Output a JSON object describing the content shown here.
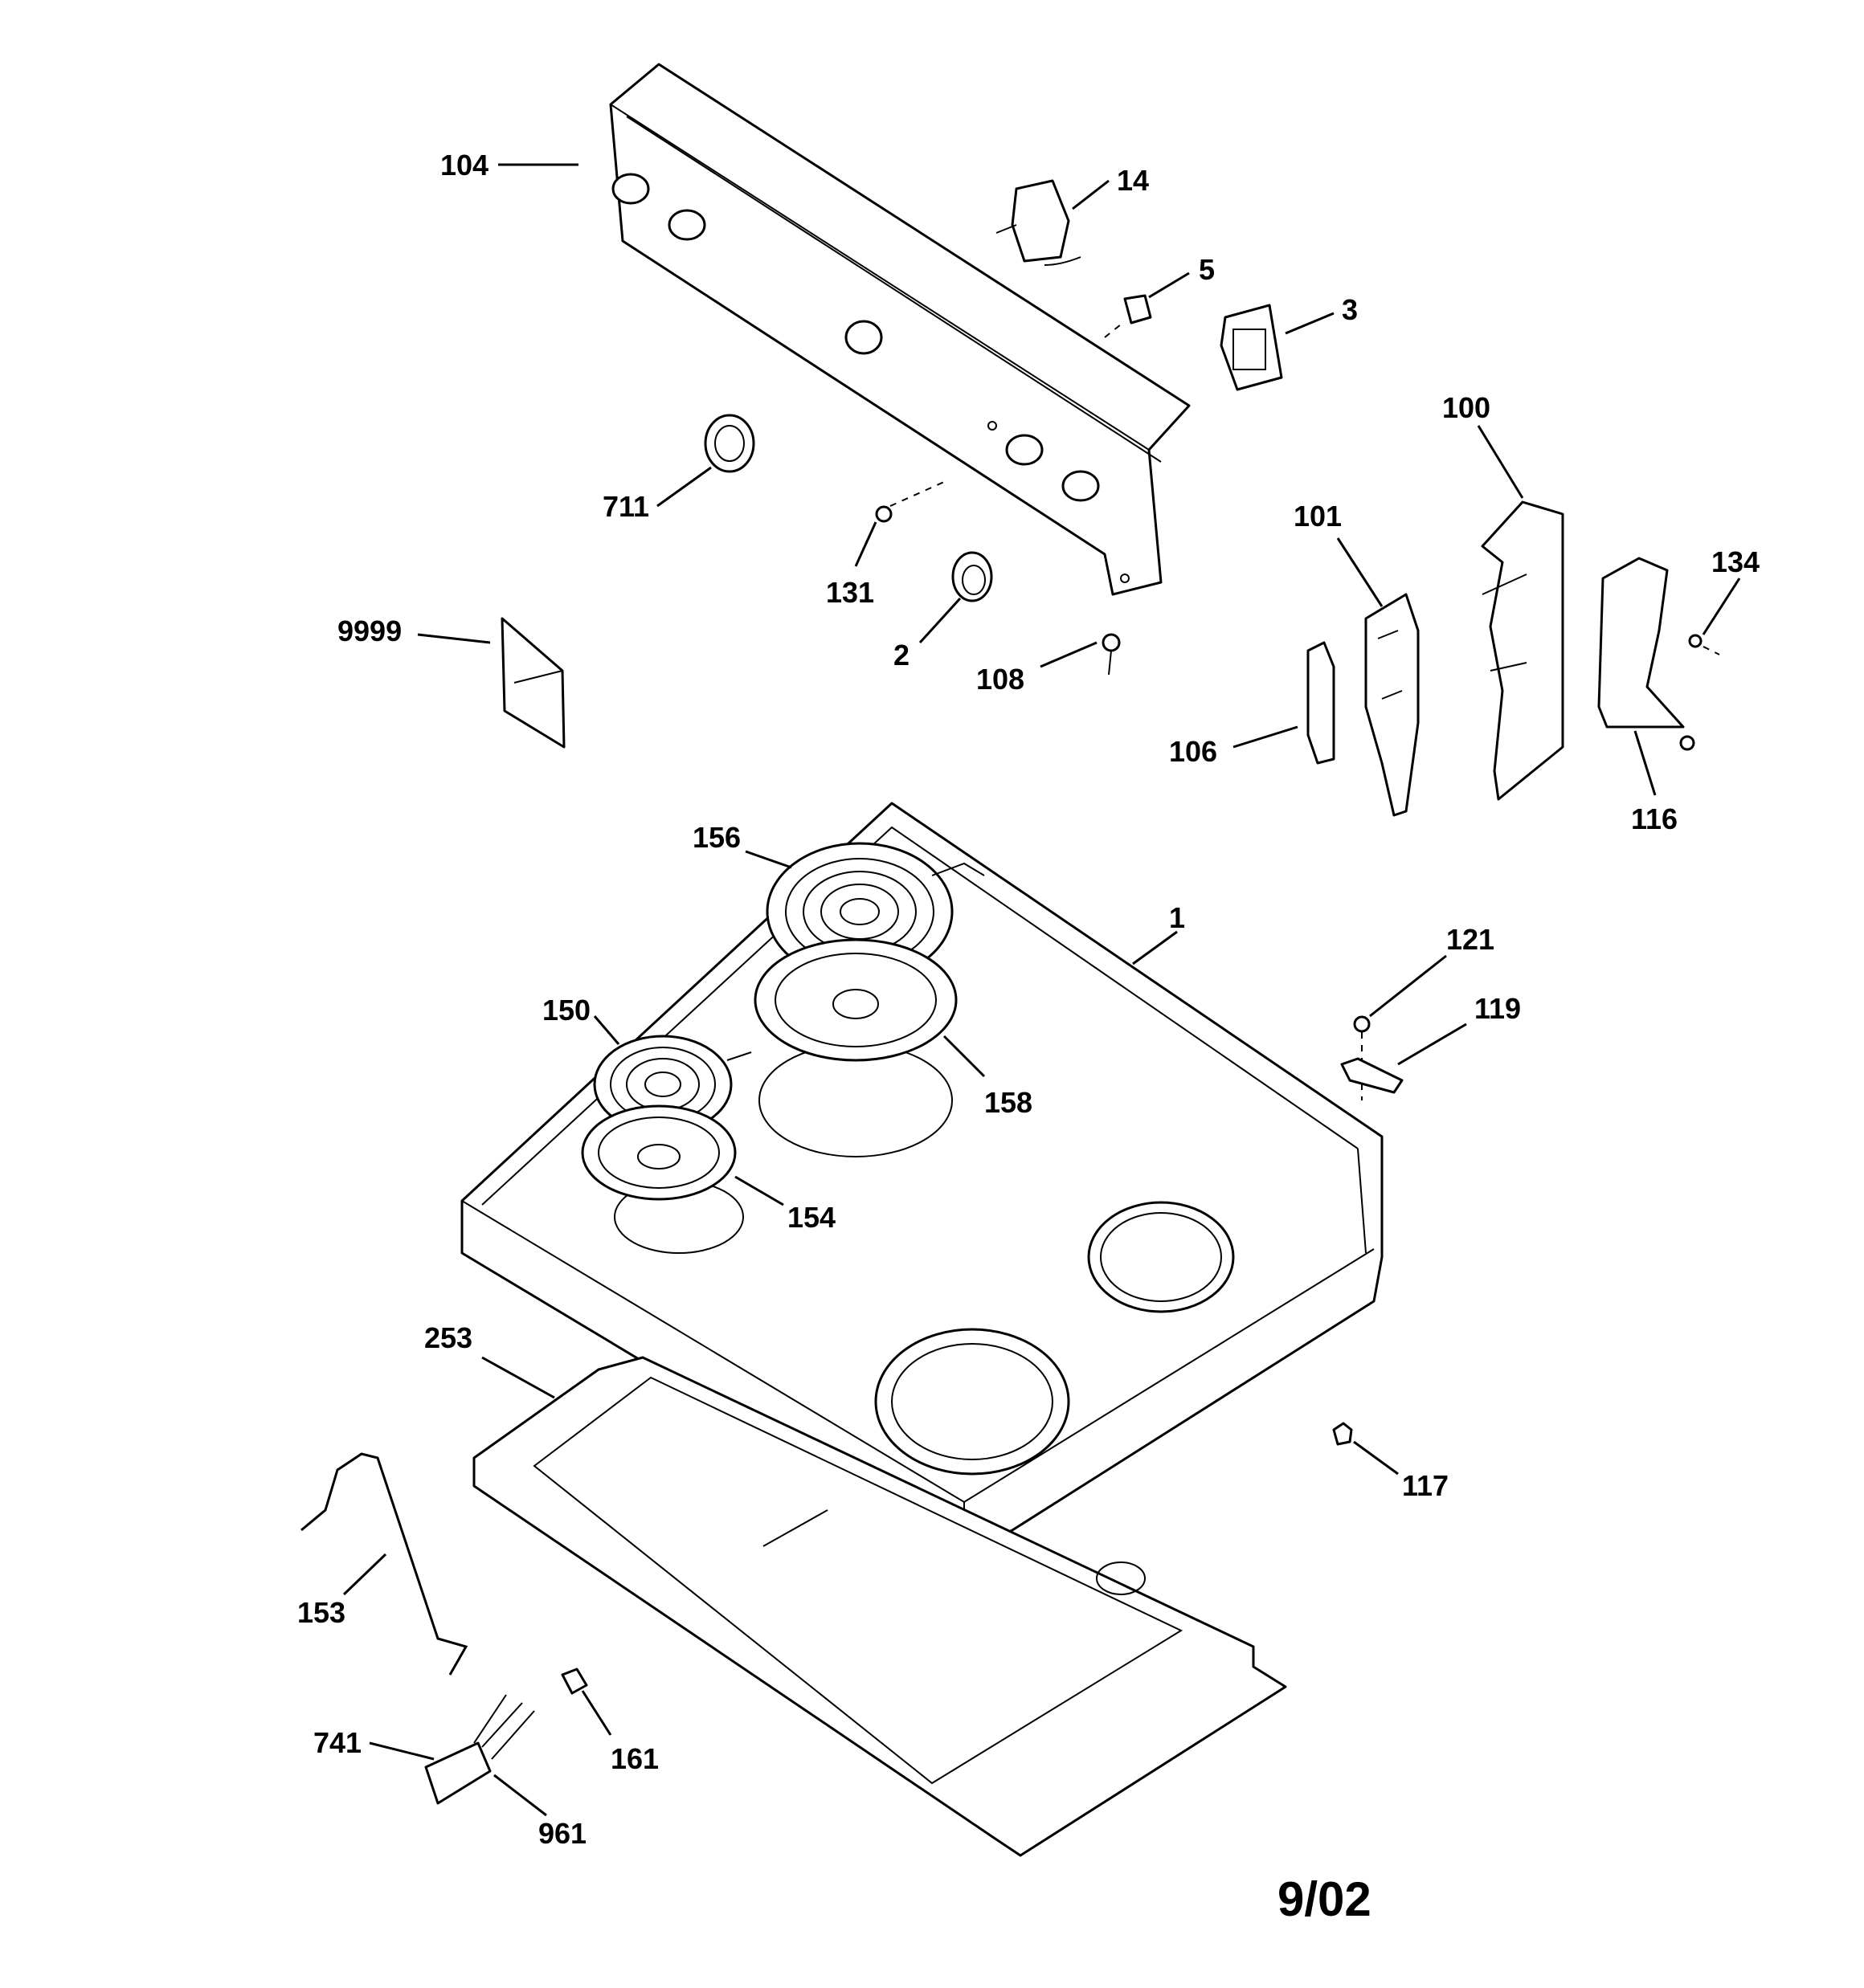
{
  "callouts": {
    "c104": "104",
    "c14": "14",
    "c5": "5",
    "c3": "3",
    "c100": "100",
    "c101": "101",
    "c134": "134",
    "c711": "711",
    "c131": "131",
    "c2": "2",
    "c108": "108",
    "c9999": "9999",
    "c106": "106",
    "c116": "116",
    "c156": "156",
    "c1": "1",
    "c121": "121",
    "c119": "119",
    "c150": "150",
    "c158": "158",
    "c154": "154",
    "c253": "253",
    "c117": "117",
    "c153": "153",
    "c741": "741",
    "c161": "161",
    "c961": "961"
  },
  "date_code": "9/02"
}
